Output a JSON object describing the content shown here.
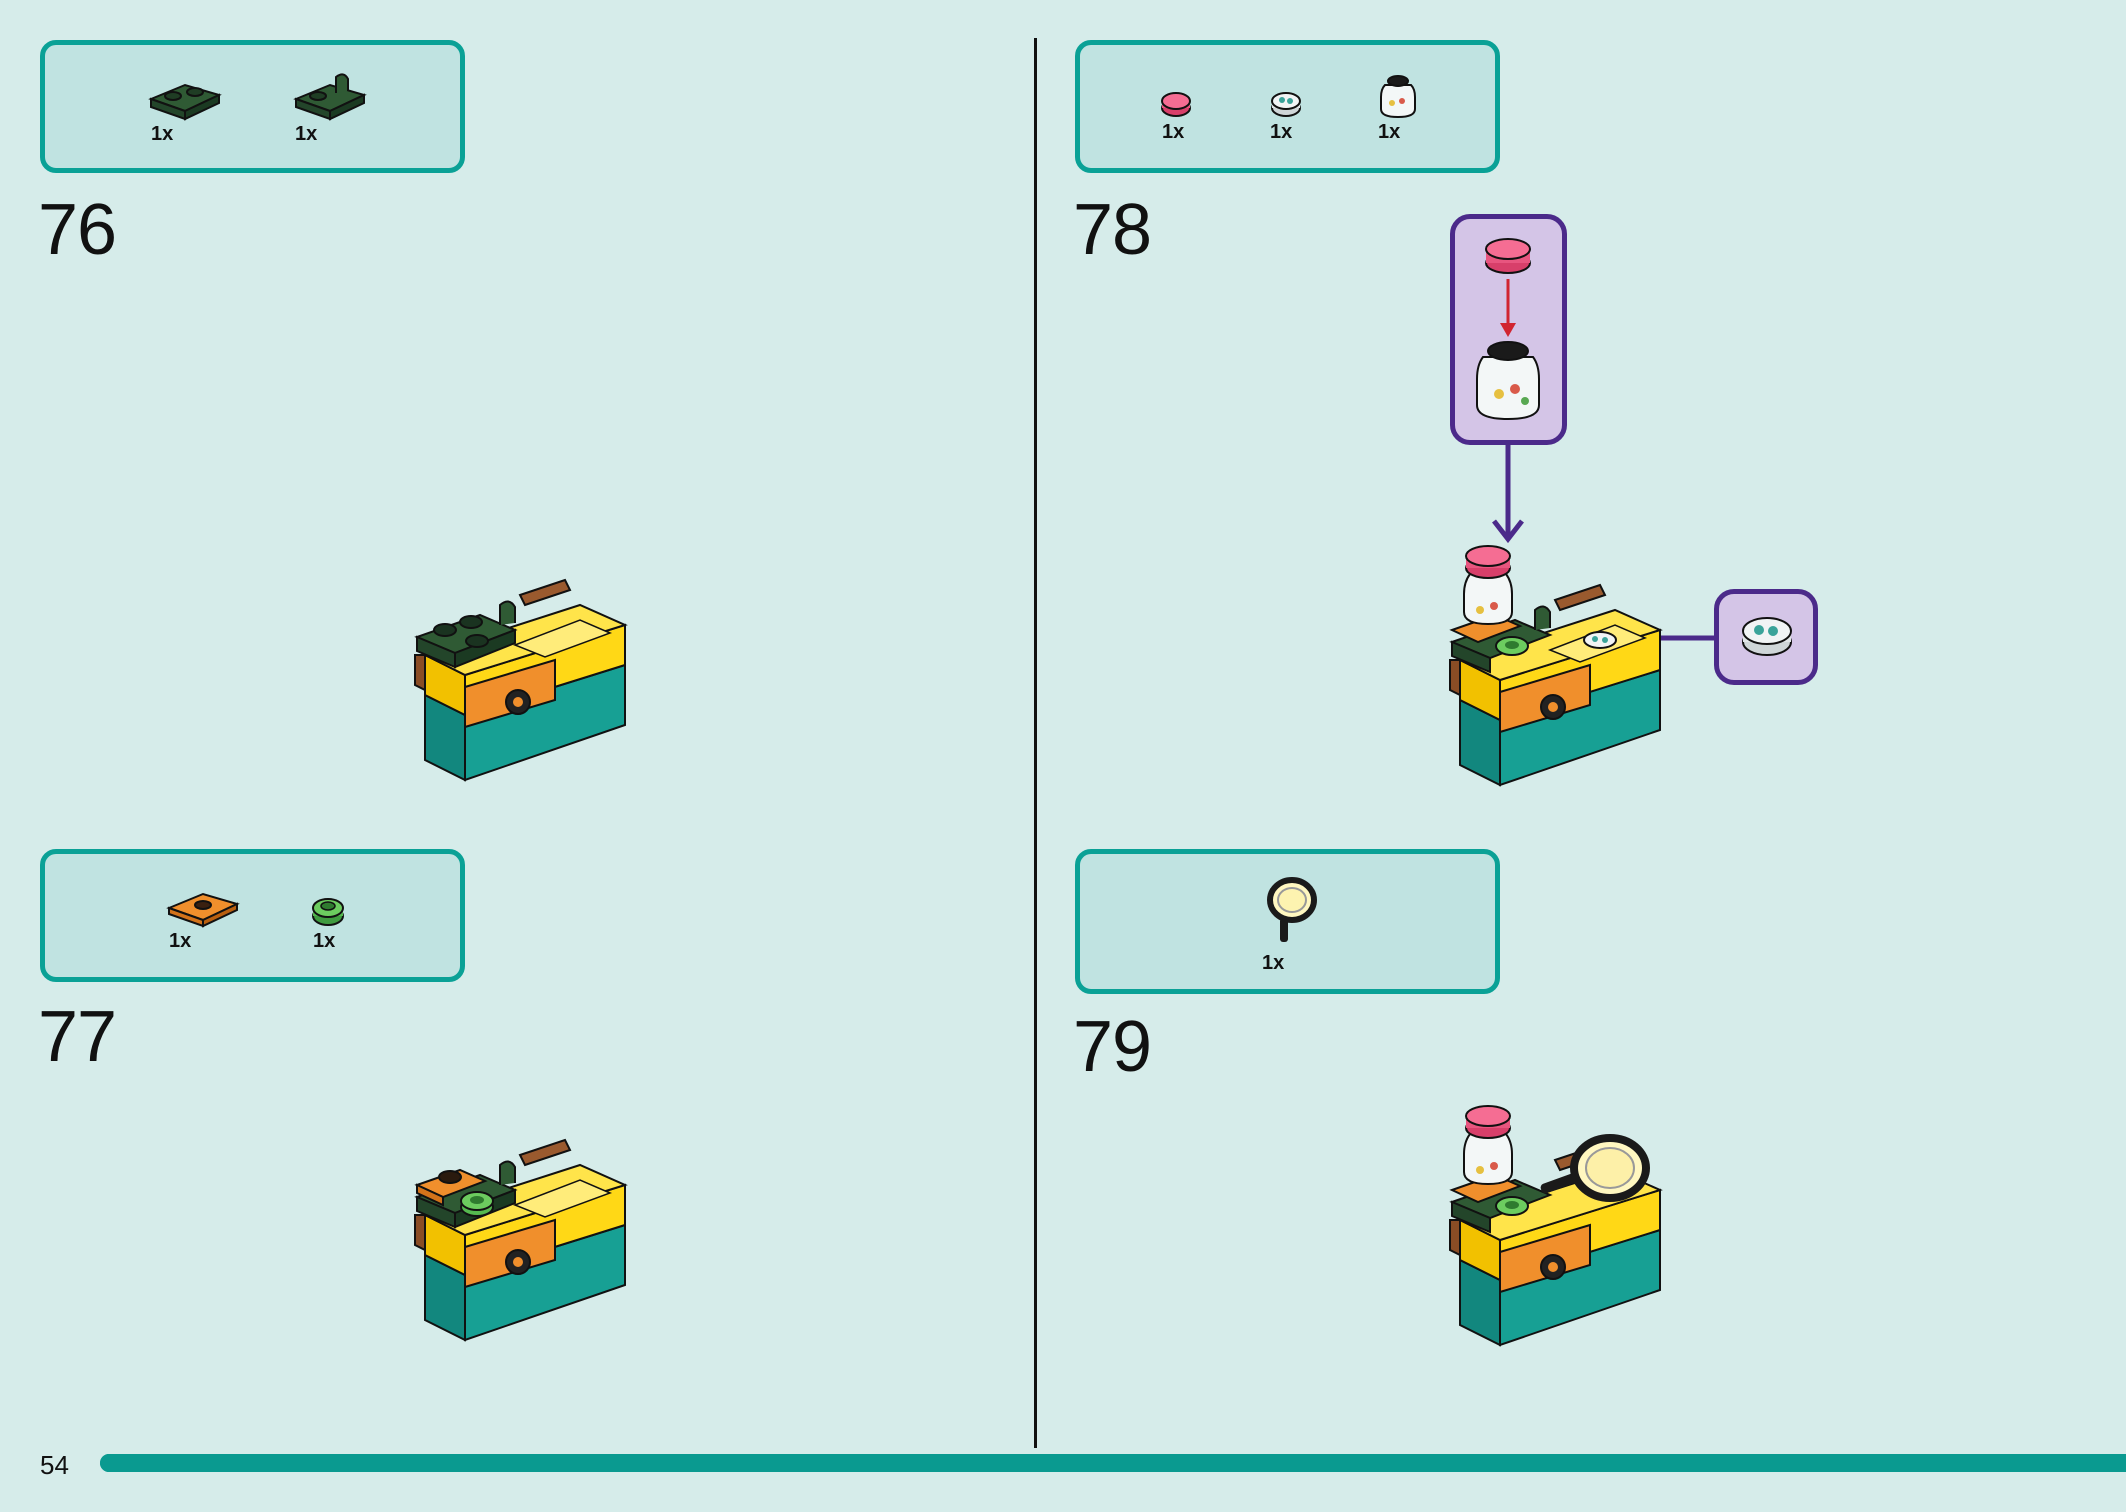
{
  "page": {
    "number": "54",
    "progress_fraction": 1.0
  },
  "colors": {
    "background": "#d6ecea",
    "parts_box_border": "#0aa196",
    "parts_box_fill": "#c0e3e1",
    "callout_border": "#4b2a8a",
    "callout_fill": "#d4c5e7",
    "progress": "#0a9a90"
  },
  "steps": [
    {
      "number": "76",
      "parts": [
        {
          "icon": "dark-green-plate-1x2-icon",
          "qty": "1x"
        },
        {
          "icon": "dark-green-clip-plate-icon",
          "qty": "1x"
        }
      ]
    },
    {
      "number": "77",
      "parts": [
        {
          "icon": "orange-jumper-plate-icon",
          "qty": "1x"
        },
        {
          "icon": "green-round-plate-icon",
          "qty": "1x"
        }
      ]
    },
    {
      "number": "78",
      "parts": [
        {
          "icon": "pink-round-tile-icon",
          "qty": "1x"
        },
        {
          "icon": "printed-round-tile-icon",
          "qty": "1x"
        },
        {
          "icon": "transparent-jar-icon",
          "qty": "1x"
        }
      ]
    },
    {
      "number": "79",
      "parts": [
        {
          "icon": "magnifying-glass-icon",
          "qty": "1x"
        }
      ]
    }
  ]
}
